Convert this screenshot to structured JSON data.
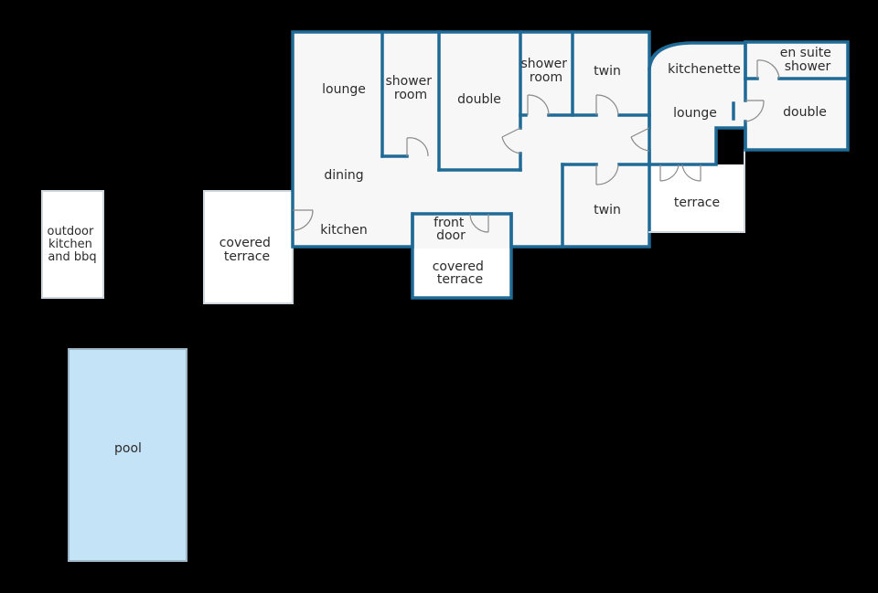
{
  "colors": {
    "background": "#000000",
    "wall": "#1f6a96",
    "floor": "#f7f7f8",
    "outbuilding_fill": "#ffffff",
    "outbuilding_stroke": "#cfd8de",
    "pool_fill": "#c5e3f7",
    "pool_stroke": "#9bb6c6",
    "door_swing": "#8a8a8a",
    "label": "#2b2b2b"
  },
  "labels": {
    "lounge_main": "lounge",
    "shower_room_1": [
      "shower",
      "room"
    ],
    "double_1": "double",
    "shower_room_2": [
      "shower",
      "room"
    ],
    "twin_upper": "twin",
    "kitchenette": "kitchenette",
    "en_suite": [
      "en suite",
      "shower"
    ],
    "lounge_annex": "lounge",
    "double_2": "double",
    "dining": "dining",
    "twin_lower": "twin",
    "terrace": "terrace",
    "kitchen": "kitchen",
    "front_door": [
      "front",
      "door"
    ],
    "covered_terrace_front": [
      "covered",
      "terrace"
    ],
    "covered_terrace_side": [
      "covered",
      "terrace"
    ],
    "outdoor_kitchen": [
      "outdoor",
      "kitchen",
      "and bbq"
    ],
    "pool": "pool"
  }
}
